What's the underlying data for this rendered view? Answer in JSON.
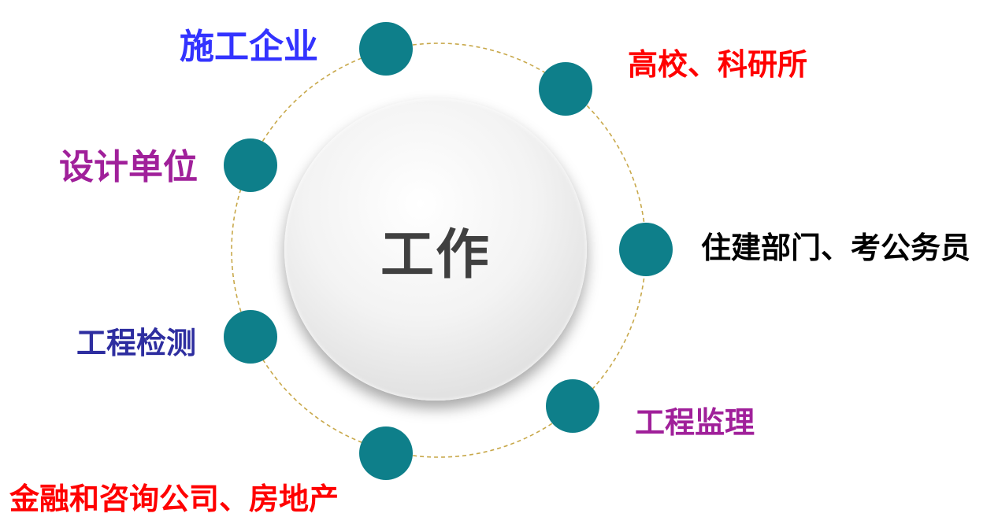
{
  "center": {
    "label": "工作"
  },
  "nodes": [
    {
      "label": "施工企业",
      "color": "#3333ff"
    },
    {
      "label": "高校、科研所",
      "color": "#ff0000"
    },
    {
      "label": "设计单位",
      "color": "#a0209a"
    },
    {
      "label": "住建部门、考公务员",
      "color": "#000000"
    },
    {
      "label": "工程检测",
      "color": "#2e2ea0"
    },
    {
      "label": "工程监理",
      "color": "#a0209a"
    },
    {
      "label": "金融和咨询公司、房地产",
      "color": "#ff0000"
    }
  ],
  "colors": {
    "dot": "#0e7f8a",
    "ring": "#c8a84a"
  }
}
